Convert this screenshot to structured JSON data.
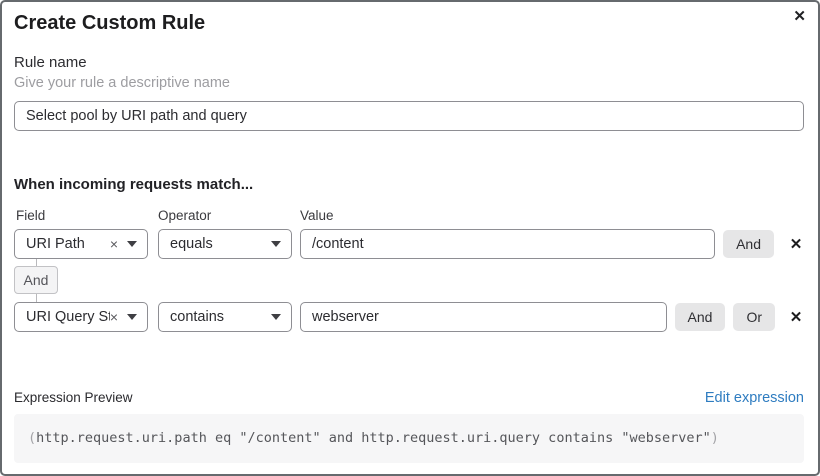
{
  "dialog": {
    "title": "Create Custom Rule",
    "close_icon": "✕"
  },
  "rule_name": {
    "label": "Rule name",
    "helper": "Give your rule a descriptive name",
    "value": "Select pool by URI path and query"
  },
  "match_section": {
    "heading": "When incoming requests match...",
    "columns": {
      "field": "Field",
      "operator": "Operator",
      "value": "Value"
    },
    "rows": [
      {
        "field": "URI Path",
        "operator": "equals",
        "value": "/content",
        "buttons": [
          "And"
        ],
        "clear_icon": "×",
        "delete_icon": "✕"
      },
      {
        "field": "URI Query St...",
        "operator": "contains",
        "value": "webserver",
        "buttons": [
          "And",
          "Or"
        ],
        "clear_icon": "×",
        "delete_icon": "✕"
      }
    ],
    "connector_label": "And"
  },
  "expression": {
    "label": "Expression Preview",
    "edit_link": "Edit expression",
    "open_paren": "(",
    "body": "http.request.uri.path eq \"/content\" and http.request.uri.query contains \"webserver\"",
    "close_paren": ")"
  },
  "colors": {
    "link_blue": "#2e7cc0",
    "button_gray": "#e6e6e7",
    "code_background": "#f6f6f7"
  }
}
